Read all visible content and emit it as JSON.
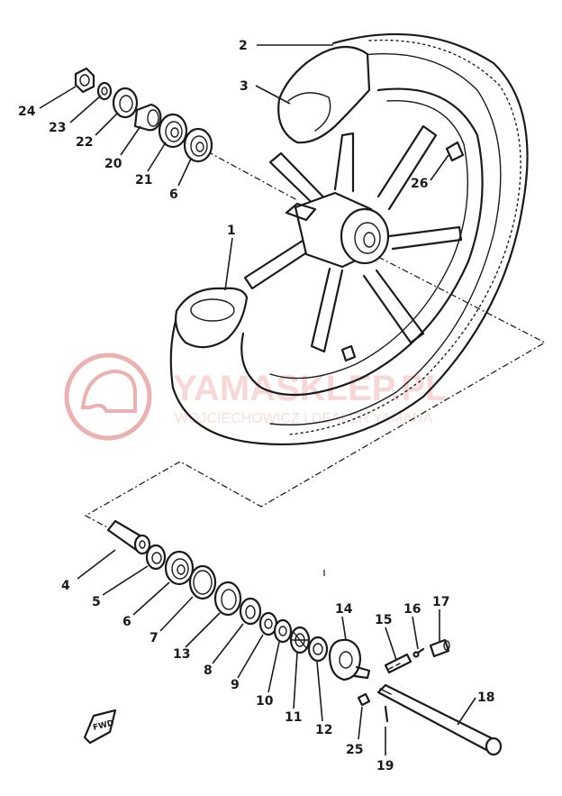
{
  "watermark": {
    "title": "YAMASKLEP.PL",
    "subtitle": "WOJCIECHOWICZ | DEALER YAMAHA",
    "color": "#e07070"
  },
  "fwd_label": "FWD",
  "part_labels": [
    {
      "id": "1",
      "text": "1"
    },
    {
      "id": "2",
      "text": "2"
    },
    {
      "id": "3",
      "text": "3"
    },
    {
      "id": "26",
      "text": "26"
    },
    {
      "id": "24",
      "text": "24"
    },
    {
      "id": "23",
      "text": "23"
    },
    {
      "id": "22",
      "text": "22"
    },
    {
      "id": "20",
      "text": "20"
    },
    {
      "id": "21",
      "text": "21"
    },
    {
      "id": "6a",
      "text": "6"
    },
    {
      "id": "4",
      "text": "4"
    },
    {
      "id": "5",
      "text": "5"
    },
    {
      "id": "6b",
      "text": "6"
    },
    {
      "id": "7",
      "text": "7"
    },
    {
      "id": "13",
      "text": "13"
    },
    {
      "id": "8",
      "text": "8"
    },
    {
      "id": "9",
      "text": "9"
    },
    {
      "id": "10",
      "text": "10"
    },
    {
      "id": "11",
      "text": "11"
    },
    {
      "id": "12",
      "text": "12"
    },
    {
      "id": "14",
      "text": "14"
    },
    {
      "id": "15",
      "text": "15"
    },
    {
      "id": "16",
      "text": "16"
    },
    {
      "id": "17",
      "text": "17"
    },
    {
      "id": "18",
      "text": "18"
    },
    {
      "id": "25",
      "text": "25"
    },
    {
      "id": "19",
      "text": "19"
    }
  ]
}
